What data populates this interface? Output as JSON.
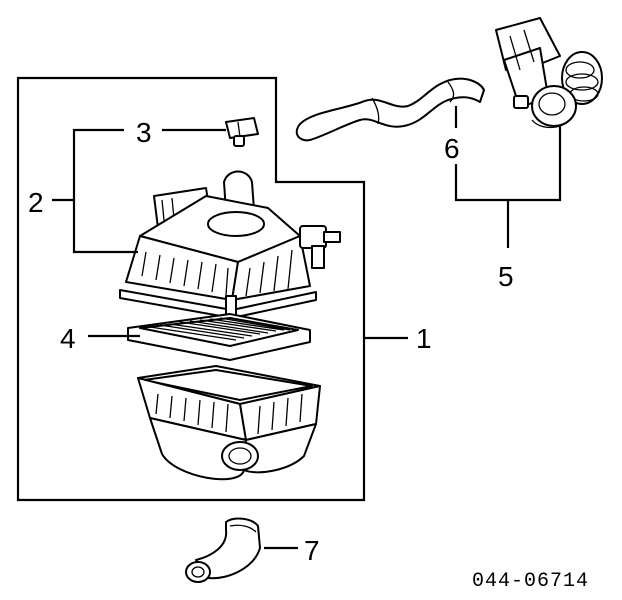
{
  "labels": {
    "callout_1": "1",
    "callout_2": "2",
    "callout_3": "3",
    "callout_4": "4",
    "callout_5": "5",
    "callout_6": "6",
    "callout_7": "7"
  },
  "diagram_code": "044-06714"
}
